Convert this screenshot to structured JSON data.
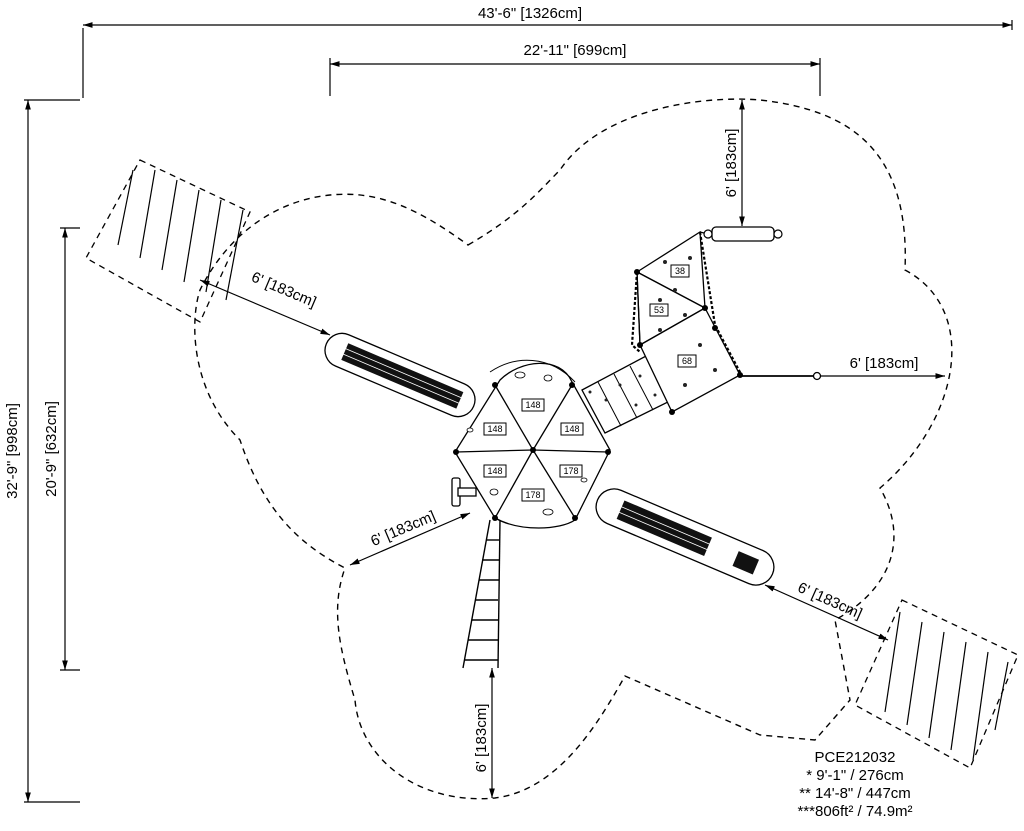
{
  "dimensions": {
    "overall_width": "43'-6\" [1326cm]",
    "inner_width": "22'-11\" [699cm]",
    "overall_depth": "32'-9\" [998cm]",
    "inner_depth": "20'-9\" [632cm]"
  },
  "clearances": {
    "top": "6' [183cm]",
    "right": "6' [183cm]",
    "upper_left": "6' [183cm]",
    "lower_left": "6' [183cm]",
    "lower_right": "6' [183cm]",
    "bottom": "6' [183cm]"
  },
  "deck_heights": {
    "d1": "148",
    "d2": "148",
    "d3": "148",
    "d4": "148",
    "d5": "178",
    "d6": "178",
    "right_a": "38",
    "right_b": "53",
    "right_c": "68"
  },
  "footer": {
    "model": "PCE212032",
    "line1": "* 9'-1\" / 276cm",
    "line2": "** 14'-8\" / 447cm",
    "line3": "***806ft² / 74.9m²"
  }
}
